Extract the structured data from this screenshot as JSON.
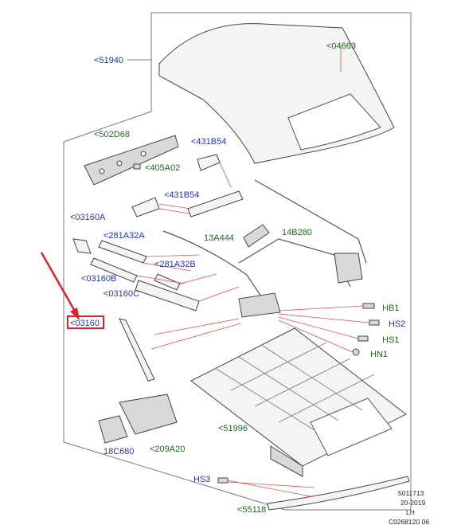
{
  "colors": {
    "label_blue": "#2233bb",
    "label_green": "#1d6b1d",
    "leader_red": "#e05050",
    "highlight_red": "#e0202a"
  },
  "labels": {
    "roof_cover": "<51940",
    "top_panel": "<04663",
    "panel_502d68": "<502D68",
    "clip_405a02": "<405A02",
    "hinge_upper": "<431B54",
    "hinge_lower": "<431B54",
    "seal_03160a": "<03160A",
    "seal_281a32a": "<281A32A",
    "cable_13a444": "13A444",
    "motor_14b280": "14B280",
    "seal_281a32b": "<281A32B",
    "seal_03160b": "<03160B",
    "seal_03160c": "<03160C",
    "seal_03160_selected": "<03160",
    "bolt_hb1": "HB1",
    "screw_hs2": "HS2",
    "screw_hs1": "HS1",
    "nut_hn1": "HN1",
    "frame_51996": "<51996",
    "latch_209a20": "<209A20",
    "actuator_18c680": "18C680",
    "screw_hs3": "HS3",
    "strip_55118": "<55118"
  },
  "reference": {
    "code": "5011713",
    "date": "20-2019",
    "side": "LH",
    "drawing": "C0268120 06"
  }
}
